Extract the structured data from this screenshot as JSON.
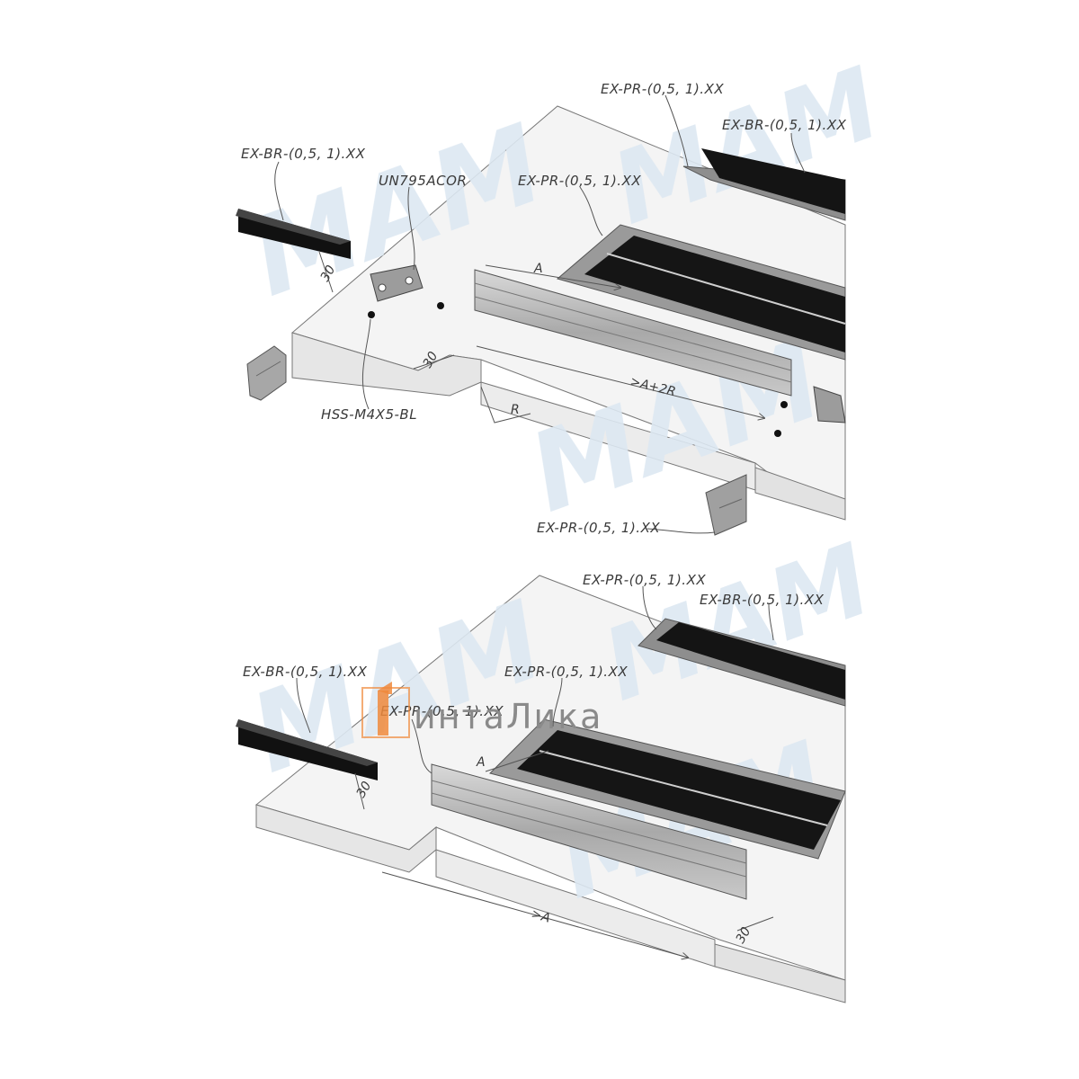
{
  "top": {
    "callouts": {
      "pr_top_right": "EX-PR-(0,5, 1).XX",
      "br_top_right": "EX-BR-(0,5, 1).XX",
      "br_left": "EX-BR-(0,5, 1).XX",
      "connector": "UN795ACOR",
      "pr_center": "EX-PR-(0,5, 1).XX",
      "screw": "HSS-M4X5-BL",
      "pr_bottom": "EX-PR-(0,5, 1).XX"
    },
    "dims": {
      "a": "A",
      "a2r": ">A+2R",
      "r": "R",
      "thirty_left": "30",
      "thirty_gap": "30"
    }
  },
  "bottom": {
    "callouts": {
      "pr_top_right": "EX-PR-(0,5, 1).XX",
      "br_top_right": "EX-BR-(0,5, 1).XX",
      "br_left": "EX-BR-(0,5, 1).XX",
      "pr_center": "EX-PR-(0,5, 1).XX",
      "pr_overlap": "EX-PR-(0,5, 1).XX"
    },
    "dims": {
      "a": "A",
      "ga": ">A",
      "thirty_left": "30",
      "thirty_right": "30"
    }
  },
  "logo": {
    "text": "интаЛика"
  }
}
